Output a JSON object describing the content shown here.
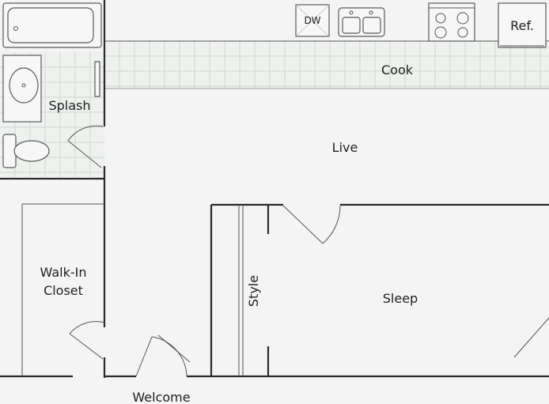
{
  "rooms": {
    "cook": "Cook",
    "splash": "Splash",
    "live": "Live",
    "walkin_line1": "Walk-In",
    "walkin_line2": "Closet",
    "style": "Style",
    "sleep": "Sleep",
    "welcome": "Welcome"
  },
  "fixtures": {
    "dishwasher": "DW",
    "refrigerator": "Ref."
  }
}
